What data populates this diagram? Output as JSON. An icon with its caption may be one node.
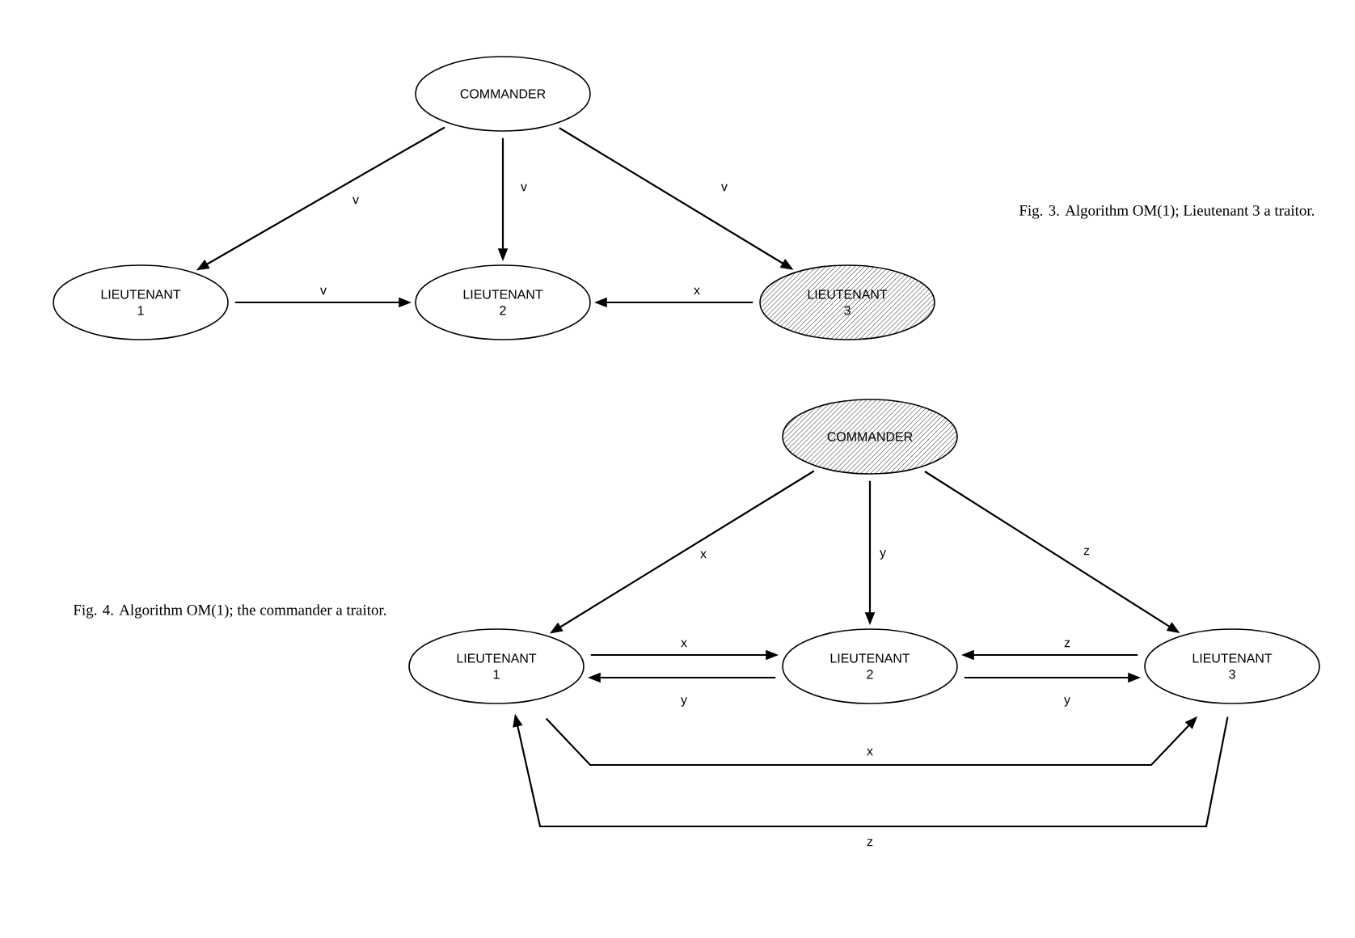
{
  "diagram": {
    "nodes": [
      {
        "text": [
          "COMMANDER"
        ]
      },
      {
        "text": [
          "LIEUTENANT 1"
        ]
      },
      {
        "text": [
          "LIEUTENANT 2"
        ]
      },
      {
        "text": [
          "LIEUTENANT 3"
        ]
      },
      {
        "text": [
          "COMMANDER"
        ]
      },
      {
        "text": [
          "LIEUTENANT 1"
        ]
      },
      {
        "text": [
          "LIEUTENANT 2"
        ]
      },
      {
        "text": [
          "LIEUTENANT 3"
        ]
      }
    ],
    "edges": [
      {
        "from": 0,
        "to": 1,
        "arrow": "to",
        "label": "v"
      },
      {
        "from": 0,
        "to": 2,
        "arrow": "to",
        "label": "v"
      },
      {
        "from": 0,
        "to": 3,
        "arrow": "to",
        "label": "v"
      },
      {
        "from": 1,
        "to": 2,
        "arrow": "to",
        "label": "v"
      },
      {
        "from": 3,
        "to": 2,
        "arrow": "to",
        "label": "x"
      },
      {
        "from": 4,
        "to": 5,
        "arrow": "to",
        "label": "x"
      },
      {
        "from": 4,
        "to": 6,
        "arrow": "to",
        "label": "y"
      },
      {
        "from": 4,
        "to": 7,
        "arrow": "to",
        "label": "z"
      },
      {
        "from": 5,
        "to": 6,
        "arrow": "to",
        "label": "x"
      },
      {
        "from": 6,
        "to": 5,
        "arrow": "to",
        "label": "y"
      },
      {
        "from": 7,
        "to": 6,
        "arrow": "to",
        "label": "z"
      },
      {
        "from": 6,
        "to": 7,
        "arrow": "to",
        "label": "y"
      },
      {
        "from": 5,
        "to": 7,
        "arrow": "to",
        "label": "x"
      },
      {
        "from": 7,
        "to": 5,
        "arrow": "to",
        "label": "z"
      }
    ],
    "labels": [
      "Fig. 3.   Algorithm OM(1); Lieutenant 3 a traitor.",
      "Fig. 4.   Algorithm OM(1); the commander a traitor."
    ]
  }
}
